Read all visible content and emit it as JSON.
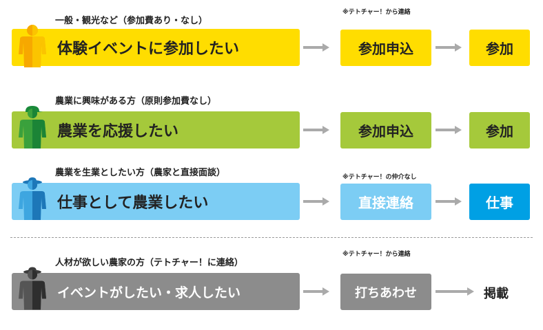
{
  "colors": {
    "yellow": "#ffdd00",
    "green": "#a5c93b",
    "light_blue": "#7ccdf4",
    "blue": "#00a0e4",
    "gray": "#8c8c8c",
    "arrow_gray": "#aaaaaa"
  },
  "rows": [
    {
      "caption": "一般・観光など（参加費あり・なし）",
      "main": "体験イベントに参加したい",
      "note": "※テトチャー！から連絡",
      "step1": "参加申込",
      "step2": "参加"
    },
    {
      "caption": "農業に興味がある方（原則参加費なし）",
      "main": "農業を応援したい",
      "step1": "参加申込",
      "step2": "参加"
    },
    {
      "caption": "農業を生業としたい方（農家と直接面談）",
      "main": "仕事として農業したい",
      "note": "※テトチャー！の仲介なし",
      "step1": "直接連絡",
      "step2": "仕事"
    },
    {
      "caption": "人材が欲しい農家の方（テトチャー！に連絡）",
      "main": "イベントがしたい・求人したい",
      "note": "※テトチャー！から連絡",
      "step1": "打ちあわせ",
      "step2": "掲載"
    }
  ],
  "icons": [
    "person-icon",
    "farmer-cap-icon",
    "farmer-hat-icon",
    "right-arrow-icon"
  ]
}
